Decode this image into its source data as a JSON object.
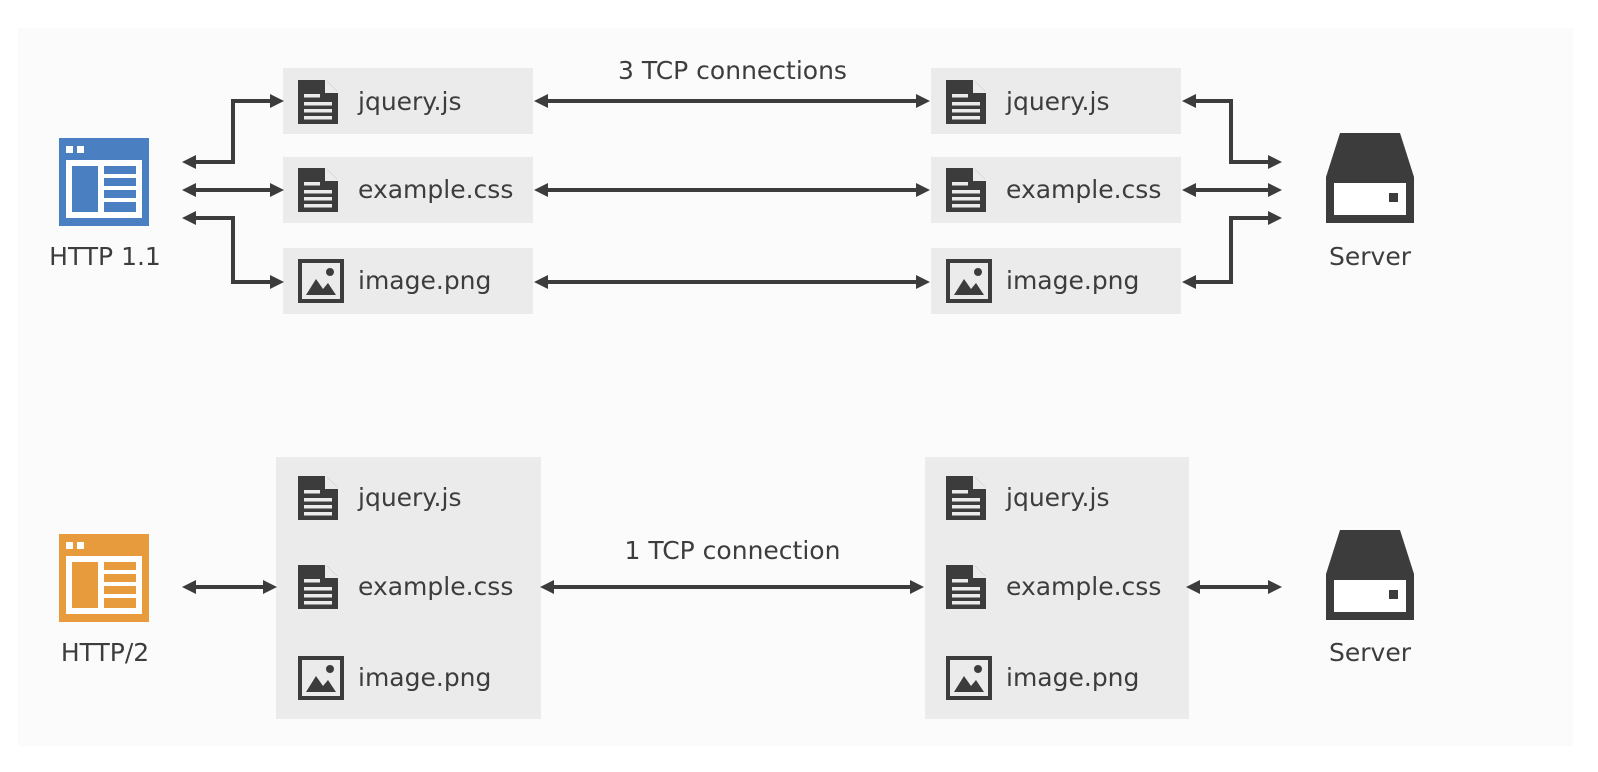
{
  "top": {
    "client_label": "HTTP 1.1",
    "client_color": "#4a7fc1",
    "connection_label": "3 TCP connections",
    "server_label": "Server",
    "client_files": [
      {
        "name": "jquery.js",
        "icon": "document-icon"
      },
      {
        "name": "example.css",
        "icon": "document-icon"
      },
      {
        "name": "image.png",
        "icon": "image-icon"
      }
    ],
    "server_files": [
      {
        "name": "jquery.js",
        "icon": "document-icon"
      },
      {
        "name": "example.css",
        "icon": "document-icon"
      },
      {
        "name": "image.png",
        "icon": "image-icon"
      }
    ]
  },
  "bottom": {
    "client_label": "HTTP/2",
    "client_color": "#e89b3c",
    "connection_label": "1 TCP connection",
    "server_label": "Server",
    "client_files": [
      {
        "name": "jquery.js",
        "icon": "document-icon"
      },
      {
        "name": "example.css",
        "icon": "document-icon"
      },
      {
        "name": "image.png",
        "icon": "image-icon"
      }
    ],
    "server_files": [
      {
        "name": "jquery.js",
        "icon": "document-icon"
      },
      {
        "name": "example.css",
        "icon": "document-icon"
      },
      {
        "name": "image.png",
        "icon": "image-icon"
      }
    ]
  },
  "colors": {
    "ink": "#3c3c3c",
    "box": "#ebebeb"
  }
}
